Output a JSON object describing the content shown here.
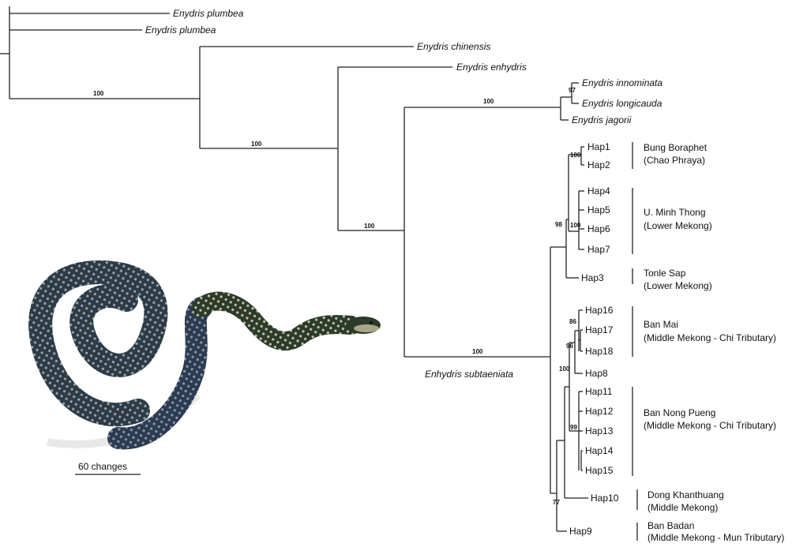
{
  "taxa": {
    "plumbea_1": "Enydris plumbea",
    "plumbea_2": "Enydris plumbea",
    "chinensis": "Enydris chinensis",
    "enhydris": "Enydris enhydris",
    "innominata": "Enydris innominata",
    "longicauda": "Enydris longicauda",
    "jagorii": "Enydris jagorii"
  },
  "haplotypes": {
    "hap1": "Hap1",
    "hap2": "Hap2",
    "hap3": "Hap3",
    "hap4": "Hap4",
    "hap5": "Hap5",
    "hap6": "Hap6",
    "hap7": "Hap7",
    "hap8": "Hap8",
    "hap9": "Hap9",
    "hap10": "Hap10",
    "hap11": "Hap11",
    "hap12": "Hap12",
    "hap13": "Hap13",
    "hap14": "Hap14",
    "hap15": "Hap15",
    "hap16": "Hap16",
    "hap17": "Hap17",
    "hap18": "Hap18"
  },
  "clade_label": "Enhydris subtaeniata",
  "bootstrap": {
    "b1": "100",
    "b2": "100",
    "b3": "100",
    "b4": "100",
    "b5": "97",
    "b6": "100",
    "b7": "100",
    "b8": "98",
    "b9": "100",
    "b10": "100",
    "b11": "86",
    "b12": "96",
    "b13": "99",
    "b14": "77"
  },
  "groups": {
    "g1_l1": "Bung Boraphet",
    "g1_l2": "(Chao Phraya)",
    "g2_l1": "U. Minh Thong",
    "g2_l2": "(Lower Mekong)",
    "g3_l1": "Tonle Sap",
    "g3_l2": "(Lower Mekong)",
    "g4_l1": "Ban Mai",
    "g4_l2": "(Middle Mekong - Chi Tributary)",
    "g5_l1": "Ban Nong Pueng",
    "g5_l2": "(Middle Mekong - Chi Tributary)",
    "g6_l1": "Dong Khanthuang",
    "g6_l2": "(Middle Mekong)",
    "g7_l1": "Ban Badan",
    "g7_l2": "(Middle Mekong - Mun Tributary)"
  },
  "scale_bar": {
    "label": "60 changes"
  },
  "snake_photo": {
    "subject": "snake-photo",
    "colors": {
      "body": "#2c3c2a",
      "belly": "#c9c4a8",
      "iridescence": "#2a3c9a"
    }
  }
}
